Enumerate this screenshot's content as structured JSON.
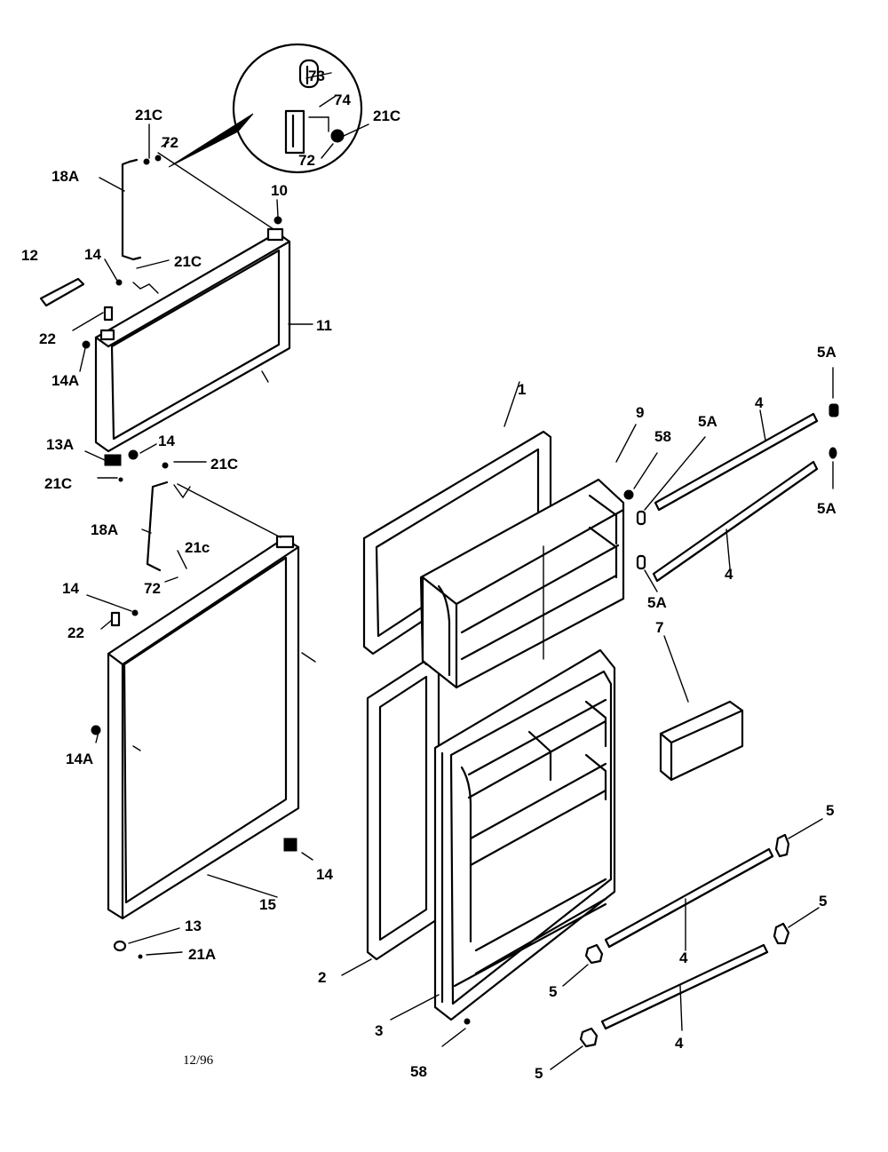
{
  "labels": {
    "l73": "73",
    "l74": "74",
    "l21C_a": "21C",
    "l21C_b": "21C",
    "l72_a": "72",
    "l72_b": "72",
    "l18A_a": "18A",
    "l10": "10",
    "l12": "12",
    "l14_a": "14",
    "l21C_c": "21C",
    "l22_a": "22",
    "l11": "11",
    "l14A_a": "14A",
    "l13A": "13A",
    "l14_b": "14",
    "l21C_d": "21C",
    "l21C_e": "21C",
    "l18A_b": "18A",
    "l21c": "21c",
    "l72_c": "72",
    "l14_c": "14",
    "l22_b": "22",
    "l14A_b": "14A",
    "l14_d": "14",
    "l15": "15",
    "l13": "13",
    "l21A": "21A",
    "l1": "1",
    "l9": "9",
    "l58_a": "58",
    "l5A_a": "5A",
    "l4_a": "4",
    "l5A_b": "5A",
    "l5A_c": "5A",
    "l4_b": "4",
    "l5A_d": "5A",
    "l7": "7",
    "l2": "2",
    "l3": "3",
    "l58_b": "58",
    "l5_a": "5",
    "l4_c": "4",
    "l5_b": "5",
    "l5_c": "5",
    "l4_d": "4",
    "l5_d": "5"
  },
  "date_code": "12/96"
}
